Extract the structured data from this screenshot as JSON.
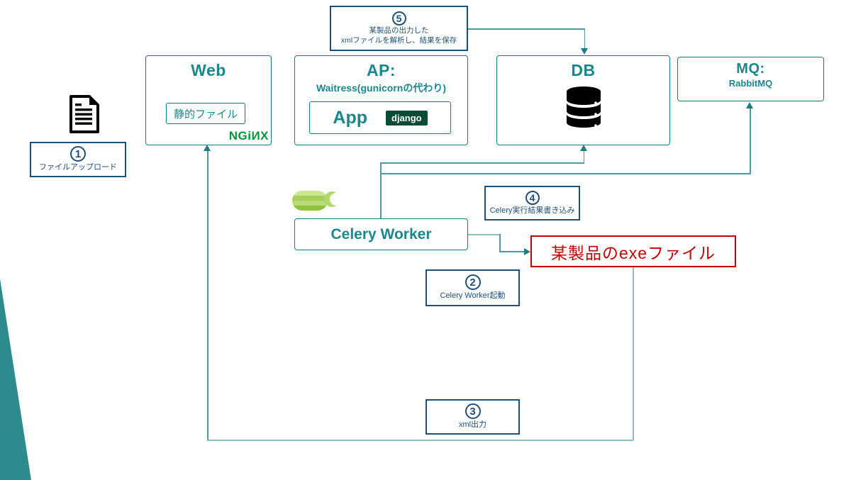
{
  "web": {
    "title": "Web",
    "static_label": "静的ファイル",
    "nginx_logo": "NGiИX"
  },
  "ap": {
    "title": "AP:",
    "subtitle": "Waitress(gunicornの代わり)",
    "app_label": "App",
    "django_logo": "django"
  },
  "db": {
    "title": "DB"
  },
  "mq": {
    "title": "MQ:",
    "subtitle": "RabbitMQ"
  },
  "celery": {
    "title": "Celery Worker"
  },
  "exe": {
    "label": "某製品のexeファイル"
  },
  "step1": {
    "number": "1",
    "label": "ファイルアップロード"
  },
  "step2": {
    "number": "2",
    "label": "Celery Worker起動"
  },
  "step3": {
    "number": "3",
    "label": "xml出力"
  },
  "step4": {
    "number": "4",
    "label": "Celery実行結果書き込み"
  },
  "step5": {
    "number": "5",
    "line1": "某製品の出力した",
    "line2": "xmlファイルを解析し、結果を保存"
  },
  "colors": {
    "teal_border": "#0f7e84",
    "teal_text": "#1b878b",
    "line_med": "#4c9b9e",
    "line_light": "#8cc1c2",
    "arrow": "#178084",
    "navy": "#1f4e79",
    "red": "#c00000",
    "nginx_green": "#009639",
    "django_green": "#0c4b33",
    "triangle_teal": "#2e8b8d"
  }
}
